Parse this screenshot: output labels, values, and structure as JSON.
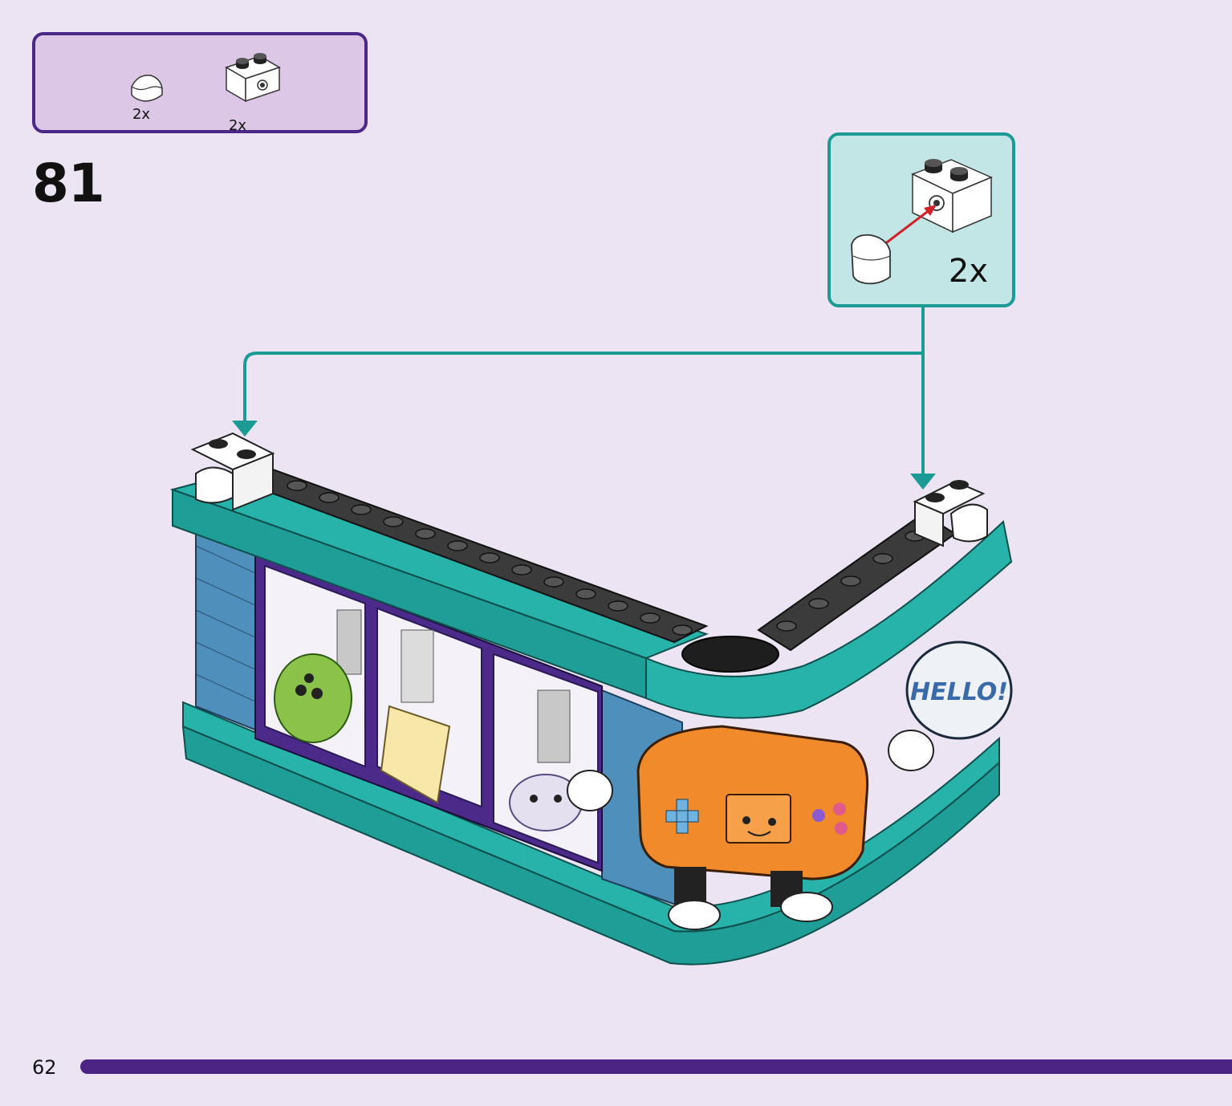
{
  "parts_list": {
    "items": [
      {
        "icon": "curved-slope-white-icon",
        "qty": "2x"
      },
      {
        "icon": "brick-1x2-with-pin-hole-white-icon",
        "qty": "2x"
      }
    ]
  },
  "step": {
    "number": "81"
  },
  "callout": {
    "qty": "2x"
  },
  "model": {
    "sign_text": "HELLO!"
  },
  "page": {
    "number": "62"
  },
  "colors": {
    "background": "#ece4f3",
    "parts_box_border": "#4a2886",
    "callout_border": "#1b9a96",
    "progress": "#4c2483"
  }
}
